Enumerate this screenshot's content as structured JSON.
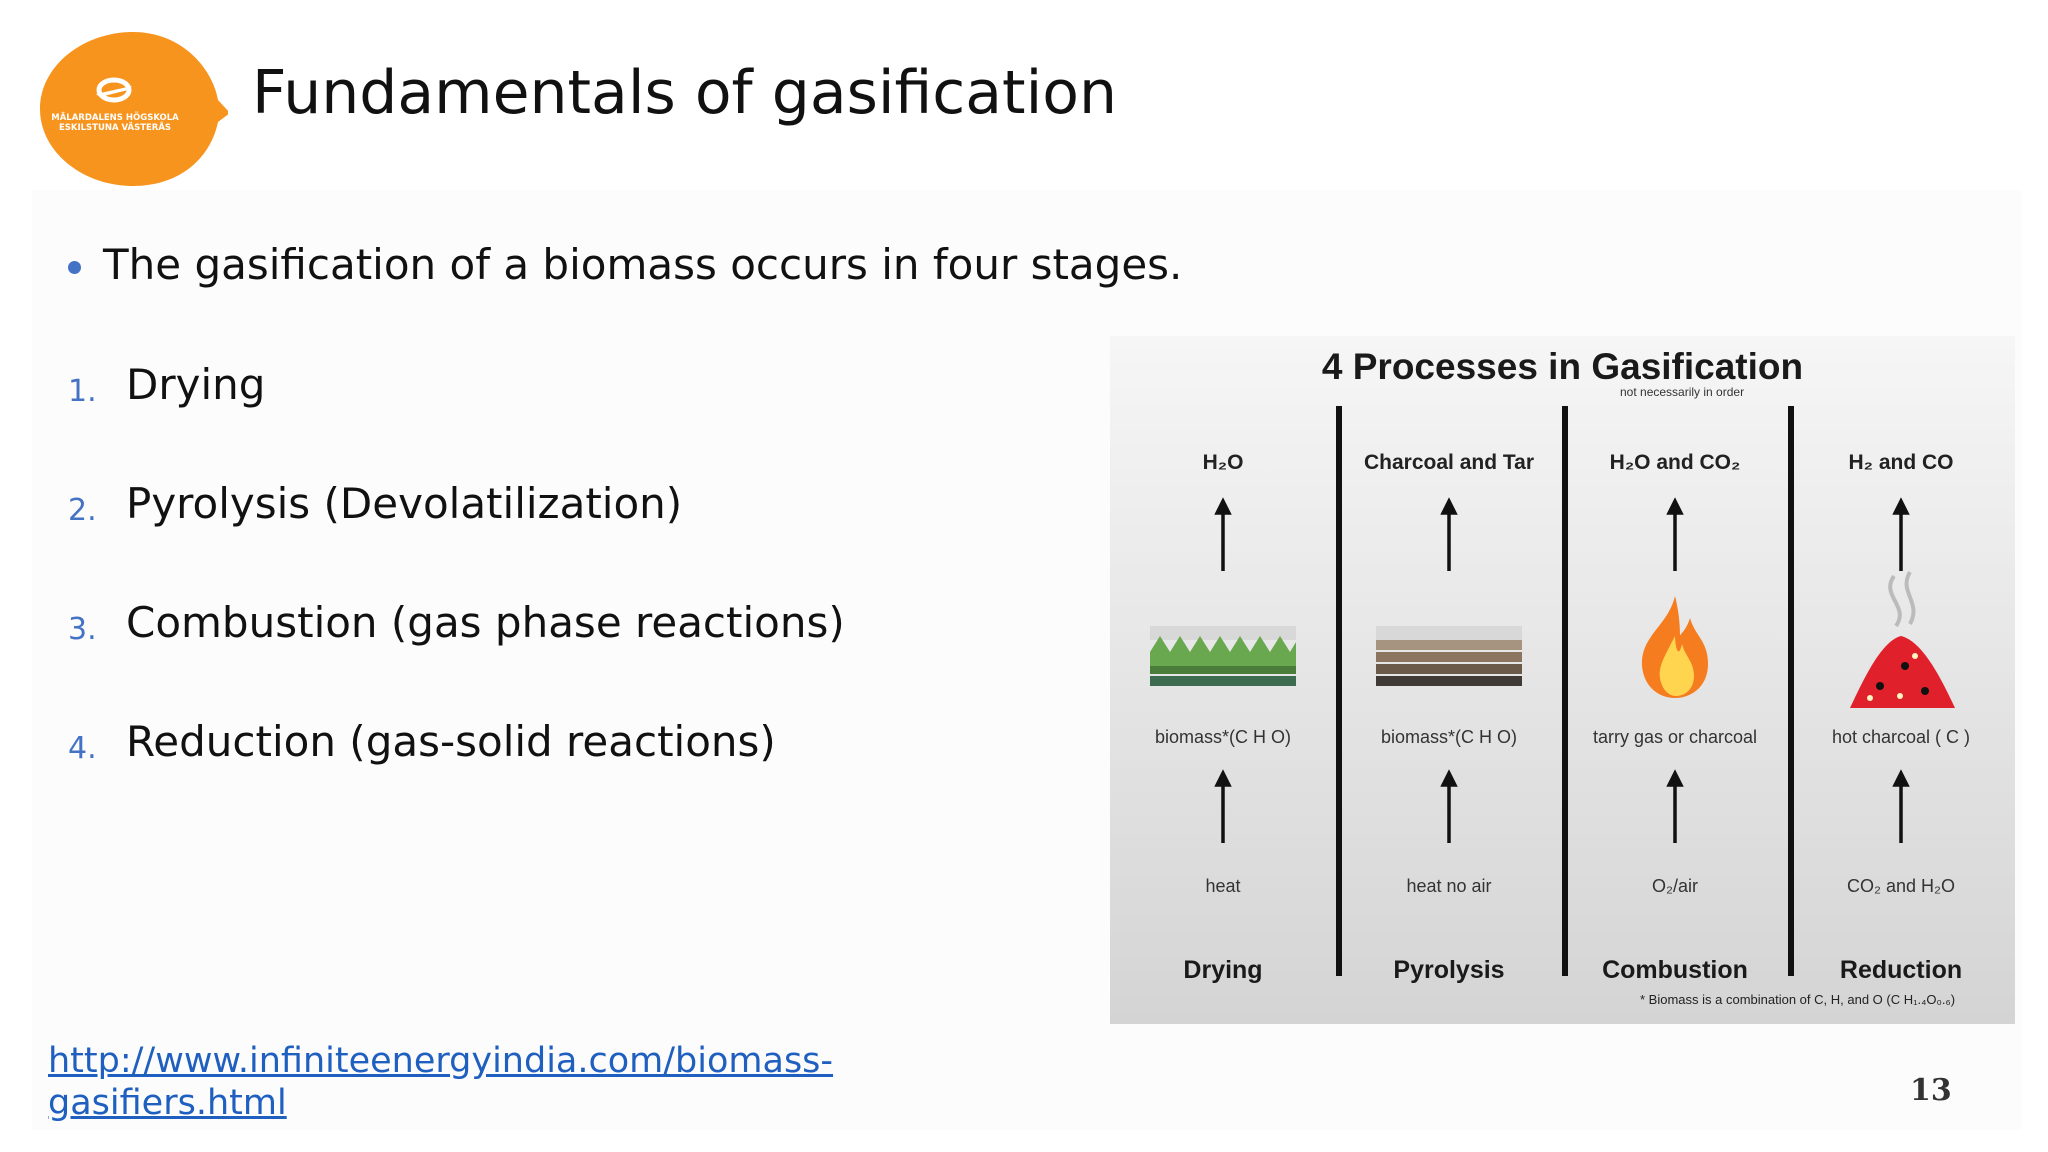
{
  "logo": {
    "line1": "MÄLARDALENS HÖGSKOLA",
    "line2": "ESKILSTUNA VÄSTERÅS",
    "color": "#f7941d"
  },
  "slide": {
    "title": "Fundamentals of gasification",
    "bullet": "The gasification of a biomass occurs in four stages.",
    "steps": [
      {
        "num": "1.",
        "label": "Drying"
      },
      {
        "num": "2.",
        "label": "Pyrolysis (Devolatilization)"
      },
      {
        "num": "3.",
        "label": "Combustion (gas phase reactions)"
      },
      {
        "num": "4.",
        "label": "Reduction (gas-solid reactions)"
      }
    ],
    "link": "http://www.infiniteenergyindia.com/biomass-gasifiers.html",
    "page_number": "13",
    "accent_color": "#4472c4"
  },
  "figure": {
    "title": "4 Processes in Gasification",
    "subtitle": "not necessarily in order",
    "columns": [
      {
        "output": "H₂O",
        "material": "biomass*(C H O)",
        "input": "heat",
        "name": "Drying"
      },
      {
        "output": "Charcoal and Tar",
        "material": "biomass*(C H O)",
        "input": "heat no air",
        "name": "Pyrolysis"
      },
      {
        "output": "H₂O and CO₂",
        "material": "tarry gas or charcoal",
        "input": "O₂/air",
        "name": "Combustion"
      },
      {
        "output": "H₂ and CO",
        "material": "hot charcoal ( C )",
        "input": "CO₂ and H₂O",
        "name": "Reduction"
      }
    ],
    "footnote": "* Biomass is a combination of C, H, and O (C H₁.₄O₀.₆)"
  }
}
